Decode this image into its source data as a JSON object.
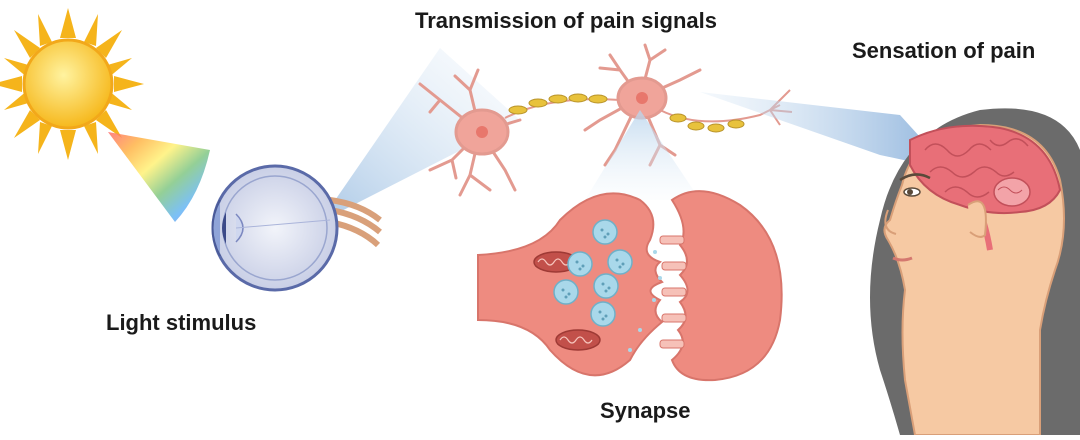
{
  "labels": {
    "transmission": "Transmission of pain signals",
    "sensation": "Sensation of pain",
    "light": "Light stimulus",
    "synapse": "Synapse"
  },
  "colors": {
    "sun_core": "#f7c628",
    "sun_rays": "#f5b41b",
    "neuron": "#f0a49a",
    "neuron_core": "#e8776c",
    "myelin": "#e8c23c",
    "synapse_body": "#ee8b80",
    "vesicle": "#a9d8ea",
    "mitochondria": "#c2504a",
    "brain": "#e86f78",
    "skin": "#f6c9a3",
    "hair": "#6b6b6b",
    "beam": "#b9d4ec"
  },
  "icons": [
    "sun-icon",
    "rainbow-spectrum",
    "eye-icon",
    "neuron-icon",
    "synapse-icon",
    "head-with-brain-icon"
  ]
}
